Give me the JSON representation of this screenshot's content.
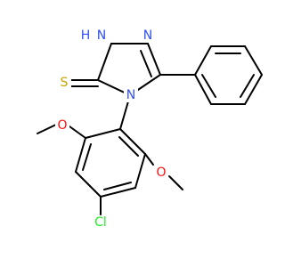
{
  "colors": {
    "bond": "#000000",
    "nitrogen": "#3050F8",
    "oxygen": "#FF0D0D",
    "chlorine": "#1FF01F",
    "sulfur": "#C6A500",
    "background": "#FFFFFF"
  },
  "atoms": {
    "nh": "H",
    "n_top": "N",
    "n_right": "N",
    "n_ring": "N",
    "s": "S",
    "o_left": "O",
    "o_right": "O",
    "cl": "Cl"
  }
}
